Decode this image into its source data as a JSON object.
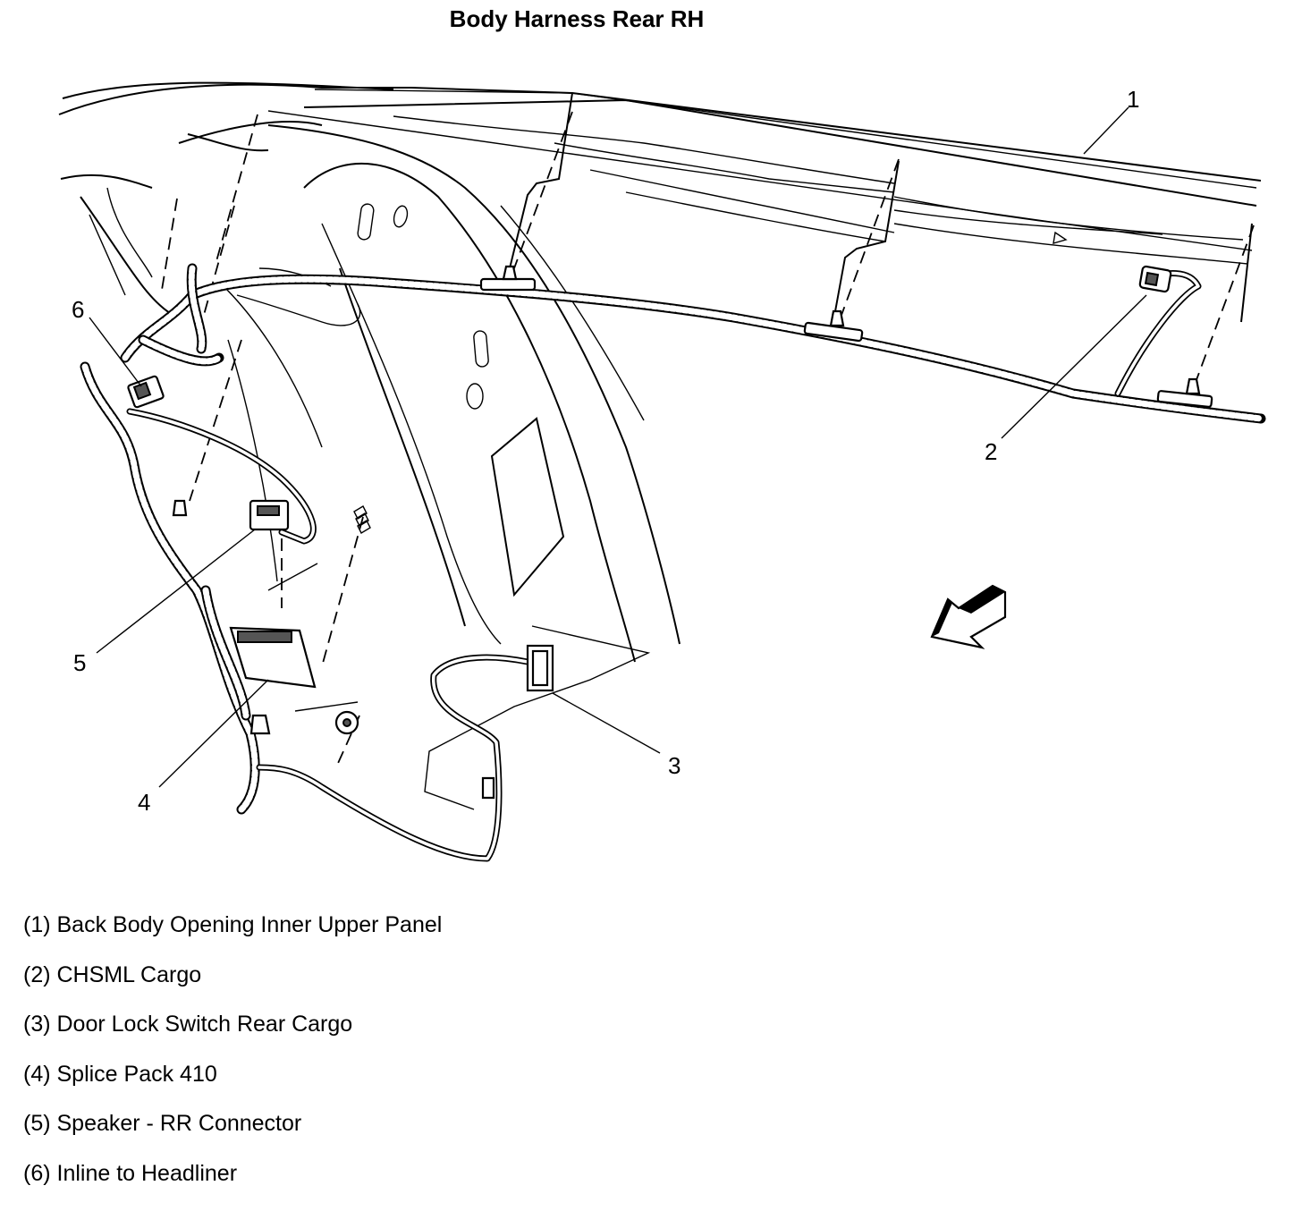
{
  "title": "Body Harness Rear RH",
  "callouts": [
    "1",
    "2",
    "3",
    "4",
    "5",
    "6"
  ],
  "legend": [
    "(1) Back Body Opening Inner Upper Panel",
    "(2) CHSML Cargo",
    "(3) Door Lock Switch Rear Cargo",
    "(4) Splice Pack 410",
    "(5) Speaker - RR Connector",
    "(6) Inline to Headliner"
  ]
}
